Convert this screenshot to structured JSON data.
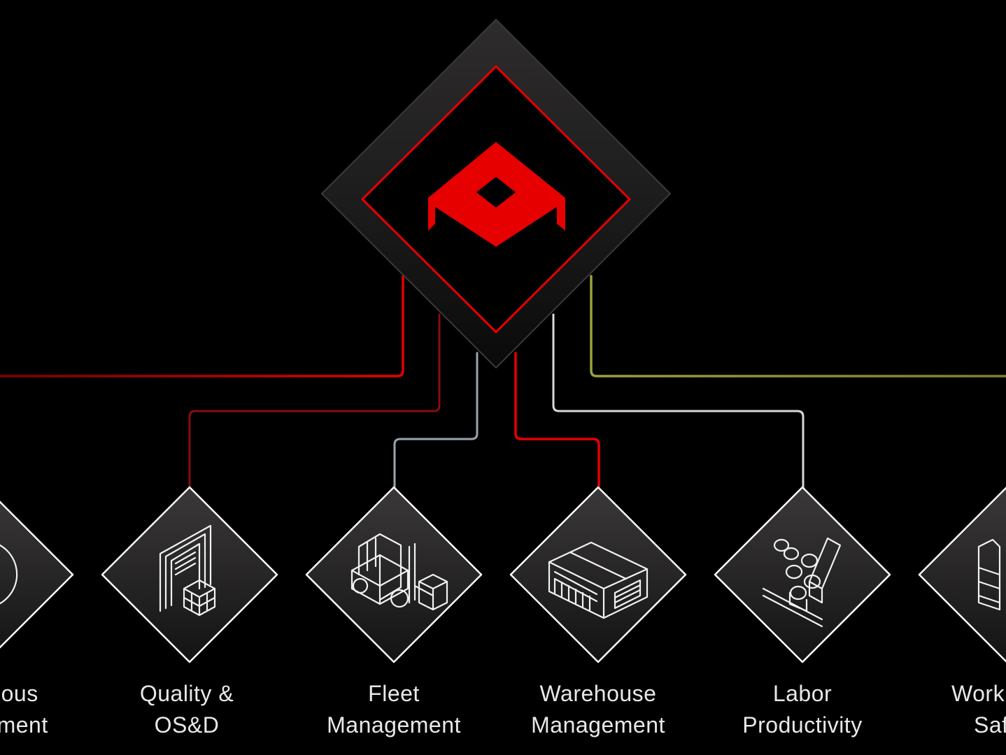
{
  "hub": {
    "logo": "red-chevron-logo"
  },
  "colors": {
    "background": "#000000",
    "accent_red": "#e60000",
    "line_gray": "#b8c2cc",
    "line_white": "#e6e6e6",
    "line_olive": "#9aa23a",
    "tile_border": "#ffffff"
  },
  "nodes": [
    {
      "id": "continuous-improvement",
      "label_line1": "uous",
      "label_line2": "ement",
      "icon": "cycle-arrow-icon"
    },
    {
      "id": "quality-osd",
      "label_line1": "Quality &",
      "label_line2": "OS&D",
      "icon": "dock-door-pallet-icon"
    },
    {
      "id": "fleet-management",
      "label_line1": "Fleet",
      "label_line2": "Management",
      "icon": "forklift-icon"
    },
    {
      "id": "warehouse-management",
      "label_line1": "Warehouse",
      "label_line2": "Management",
      "icon": "warehouse-icon"
    },
    {
      "id": "labor-productivity",
      "label_line1": "Labor",
      "label_line2": "Productivity",
      "icon": "conveyor-rolls-icon"
    },
    {
      "id": "workplace-safety",
      "label_line1": "Work",
      "label_line2": "Saf",
      "icon": "safety-vest-icon"
    }
  ]
}
